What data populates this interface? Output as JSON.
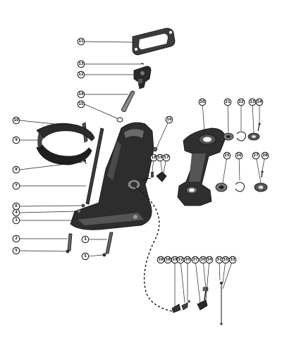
{
  "diagram": {
    "callouts": [
      {
        "id": "c11",
        "label": "11"
      },
      {
        "id": "c13",
        "label": "13"
      },
      {
        "id": "c12",
        "label": "12"
      },
      {
        "id": "c14",
        "label": "14"
      },
      {
        "id": "c15",
        "label": "15"
      },
      {
        "id": "c10",
        "label": "10"
      },
      {
        "id": "c9",
        "label": "9"
      },
      {
        "id": "c8",
        "label": "8"
      },
      {
        "id": "c7",
        "label": "7"
      },
      {
        "id": "c6",
        "label": "6"
      },
      {
        "id": "c4",
        "label": "4"
      },
      {
        "id": "c1",
        "label": "1"
      },
      {
        "id": "c2",
        "label": "2"
      },
      {
        "id": "c3",
        "label": "3"
      },
      {
        "id": "c5a",
        "label": "5"
      },
      {
        "id": "c5b",
        "label": "5"
      },
      {
        "id": "c16",
        "label": "16"
      },
      {
        "id": "c18",
        "label": "18"
      },
      {
        "id": "c19",
        "label": "19"
      },
      {
        "id": "c17",
        "label": "17"
      },
      {
        "id": "c20",
        "label": "20"
      },
      {
        "id": "c21",
        "label": "21"
      },
      {
        "id": "c22",
        "label": "22"
      },
      {
        "id": "c23",
        "label": "23"
      },
      {
        "id": "c24",
        "label": "24"
      },
      {
        "id": "c25",
        "label": "25"
      },
      {
        "id": "c26",
        "label": "26"
      },
      {
        "id": "c27",
        "label": "27"
      },
      {
        "id": "c28",
        "label": "28"
      },
      {
        "id": "c29",
        "label": "29"
      },
      {
        "id": "c30",
        "label": "30"
      },
      {
        "id": "c31",
        "label": "31"
      },
      {
        "id": "c32",
        "label": "32"
      },
      {
        "id": "c33",
        "label": "33"
      },
      {
        "id": "c34",
        "label": "34"
      },
      {
        "id": "c35",
        "label": "35"
      },
      {
        "id": "c36",
        "label": "36"
      },
      {
        "id": "c37",
        "label": "37"
      },
      {
        "id": "c38",
        "label": "38"
      },
      {
        "id": "c39",
        "label": "39"
      }
    ]
  }
}
